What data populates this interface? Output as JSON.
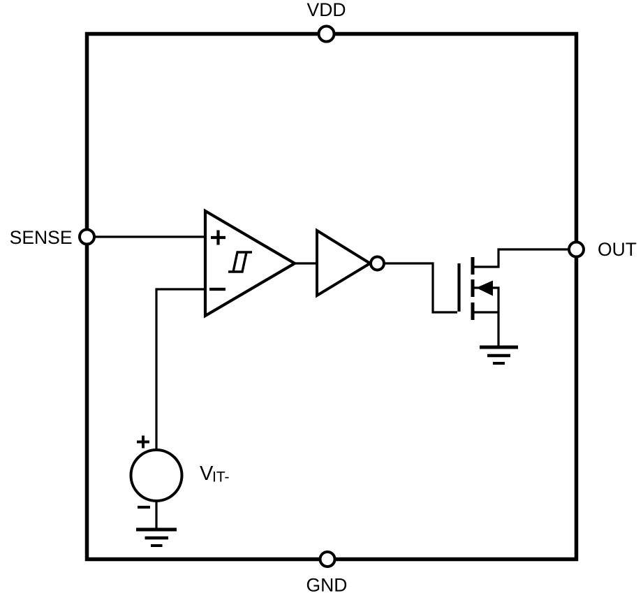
{
  "figure": {
    "type": "circuit-schematic",
    "background_color": "#ffffff",
    "line_color": "#000000",
    "pins": {
      "vdd": "VDD",
      "gnd": "GND",
      "sense": "SENSE",
      "out": "OUT"
    },
    "components": {
      "comparator": {
        "kind": "comparator-with-hysteresis",
        "noninverting_input_symbol": "+",
        "inverting_input_symbol": "-",
        "inside_icon": "hysteresis"
      },
      "inverter": {
        "kind": "logic-inverter-with-bubble"
      },
      "output_transistor": {
        "kind": "n-channel-mosfet",
        "source_connection": "ground",
        "drain_connection": "OUT"
      },
      "reference_source": {
        "kind": "dc-voltage-source",
        "label": "V",
        "label_subscript": "IT-",
        "positive_terminal_symbol": "+",
        "negative_terminal_symbol": "-",
        "negative_connection": "ground"
      }
    }
  }
}
